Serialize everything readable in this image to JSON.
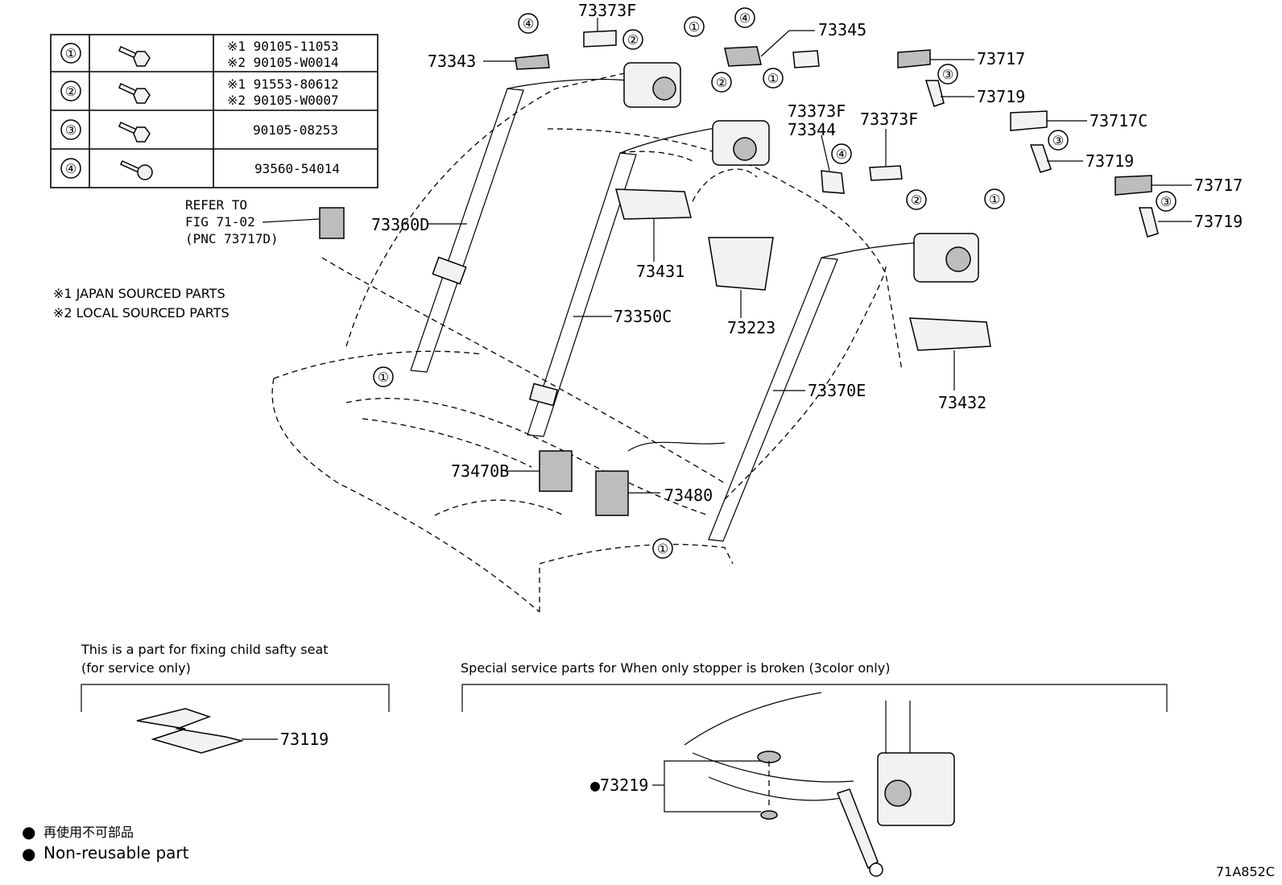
{
  "fastener_table": [
    {
      "ref": "①",
      "lines": [
        "※1 90105-11053",
        "※2 90105-W0014"
      ]
    },
    {
      "ref": "②",
      "lines": [
        "※1 91553-80612",
        "※2 90105-W0007"
      ]
    },
    {
      "ref": "③",
      "lines": [
        "90105-08253"
      ]
    },
    {
      "ref": "④",
      "lines": [
        "93560-54014"
      ]
    }
  ],
  "refer_note": [
    "REFER TO",
    "FIG 71-02",
    "(PNC 73717D)"
  ],
  "source_notes": [
    "※1 JAPAN SOURCED PARTS",
    "※2 LOCAL SOURCED PARTS"
  ],
  "callouts": {
    "p73373F_a": "73373F",
    "p73343": "73343",
    "p73345": "73345",
    "p73373F_b": "73373F",
    "p73344": "73344",
    "p73373F_c": "73373F",
    "p73717_a": "73717",
    "p73719_a": "73719",
    "p73717C": "73717C",
    "p73719_b": "73719",
    "p73717_b": "73717",
    "p73719_c": "73719",
    "p73360D": "73360D",
    "p73431": "73431",
    "p73223": "73223",
    "p73350C": "73350C",
    "p73432": "73432",
    "p73370E": "73370E",
    "p73470B": "73470B",
    "p73480": "73480",
    "p73119": "73119",
    "p73219": "●73219"
  },
  "child_seat_note": [
    "This is a part for fixing child safty seat",
    "(for service only)"
  ],
  "special_service_note": "Special service parts for When only stopper is broken (3color only)",
  "legend": [
    {
      "bullet": "●",
      "text": "再使用不可部品"
    },
    {
      "bullet": "●",
      "text": "Non-reusable part"
    }
  ],
  "figure_code": "71A852C"
}
